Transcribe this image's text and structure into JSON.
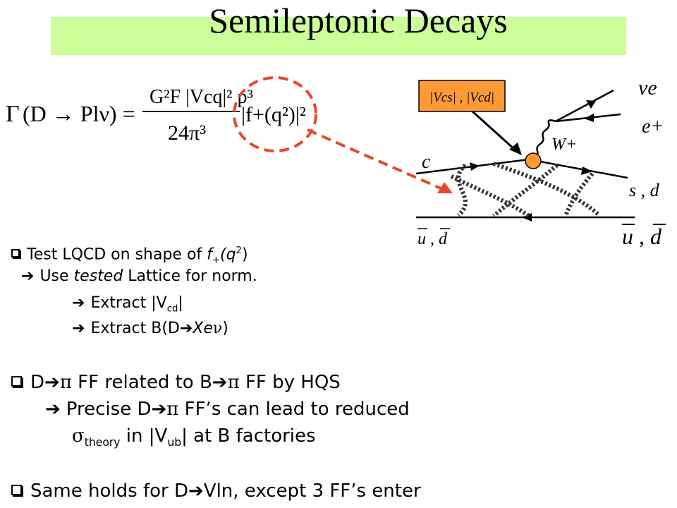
{
  "title": "Semileptonic Decays",
  "formula": {
    "gamma": "Γ",
    "process": "(D → Plν) =",
    "numerator": "G²F |Vcq|² p³",
    "denominator": "24π³",
    "formfactor": "|f+(q²)|²"
  },
  "diagram": {
    "ckm_label": "|Vcs| , |Vcd|",
    "nu_e": "νe",
    "e_plus": "e+",
    "w_plus": "W+",
    "c_quark": "c",
    "s_d": "s , d",
    "u_d_left": "u , d",
    "u_d_right": "u , d"
  },
  "bullets": {
    "b1_pre": "Test LQCD on shape of ",
    "b1_f": "f",
    "b1_fsub": "+",
    "b1_q": "(q",
    "b1_qsup": "2",
    "b1_close": ")",
    "b2_pre": "Use ",
    "b2_em": "tested",
    "b2_post": " Lattice for norm.",
    "b3_pre": "Extract |V",
    "b3_sub": "cd",
    "b3_post": "|",
    "b4_pre": "Extract B(D",
    "b4_post": "Xe",
    "b4_nu": "ν",
    "b4_close": ")",
    "b5_a": "D",
    "b5_pi1": "π",
    "b5_b": " FF related to B",
    "b5_pi2": "π",
    "b5_c": " FF by HQS",
    "b6_a": "Precise D",
    "b6_pi": "π",
    "b6_b": " FF’s can lead to reduced",
    "b7_sigma": "σ",
    "b7_sub": "theory",
    "b7_a": "  in |V",
    "b7_sub2": "ub",
    "b7_b": "| at B factories",
    "b8_a": "Same holds for D",
    "b8_b": "Vln, except 3 FF’s enter"
  }
}
